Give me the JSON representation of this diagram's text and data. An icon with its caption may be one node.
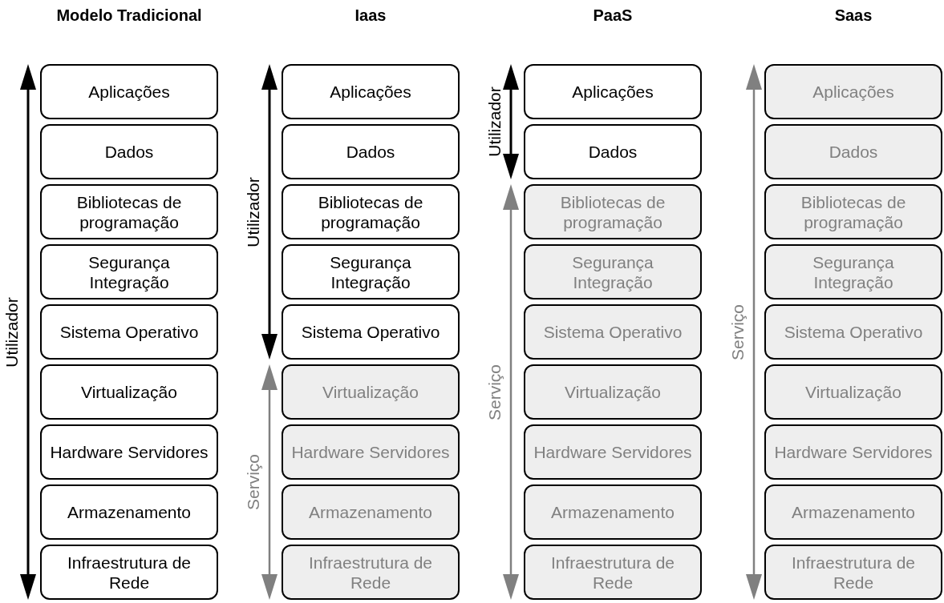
{
  "diagram": {
    "nodes": [
      {
        "text": [
          "Aplicações"
        ]
      },
      {
        "text": [
          "Dados"
        ]
      },
      {
        "text": [
          "Bibliotecas de programação"
        ]
      },
      {
        "text": [
          "Segurança Integração"
        ]
      },
      {
        "text": [
          "Sistema Operativo"
        ]
      },
      {
        "text": [
          "Virtualização"
        ]
      },
      {
        "text": [
          "Hardware Servidores"
        ]
      },
      {
        "text": [
          "Armazenamento"
        ]
      },
      {
        "text": [
          "Infraestrutura de Rede"
        ]
      },
      {
        "text": [
          "Aplicações"
        ]
      },
      {
        "text": [
          "Dados"
        ]
      },
      {
        "text": [
          "Bibliotecas de programação"
        ]
      },
      {
        "text": [
          "Segurança Integração"
        ]
      },
      {
        "text": [
          "Sistema Operativo"
        ]
      },
      {
        "text": [
          "Virtualização"
        ]
      },
      {
        "text": [
          "Hardware Servidores"
        ]
      },
      {
        "text": [
          "Armazenamento"
        ]
      },
      {
        "text": [
          "Infraestrutura de Rede"
        ]
      },
      {
        "text": [
          "Aplicações"
        ]
      },
      {
        "text": [
          "Dados"
        ]
      },
      {
        "text": [
          "Bibliotecas de programação"
        ]
      },
      {
        "text": [
          "Segurança Integração"
        ]
      },
      {
        "text": [
          "Sistema Operativo"
        ]
      },
      {
        "text": [
          "Virtualização"
        ]
      },
      {
        "text": [
          "Hardware Servidores"
        ]
      },
      {
        "text": [
          "Armazenamento"
        ]
      },
      {
        "text": [
          "Infraestrutura de Rede"
        ]
      },
      {
        "text": [
          "Aplicações"
        ]
      },
      {
        "text": [
          "Dados"
        ]
      },
      {
        "text": [
          "Bibliotecas de programação"
        ]
      },
      {
        "text": [
          "Segurança Integração"
        ]
      },
      {
        "text": [
          "Sistema Operativo"
        ]
      },
      {
        "text": [
          "Virtualização"
        ]
      },
      {
        "text": [
          "Hardware Servidores"
        ]
      },
      {
        "text": [
          "Armazenamento"
        ]
      },
      {
        "text": [
          "Infraestrutura de Rede"
        ]
      }
    ],
    "labels": [
      "Modelo Tradicional",
      "Iaas",
      "PaaS",
      "Saas",
      "Utilizador",
      "Utilizador",
      "Serviço",
      "Utilizador",
      "Serviço",
      "Serviço"
    ]
  }
}
